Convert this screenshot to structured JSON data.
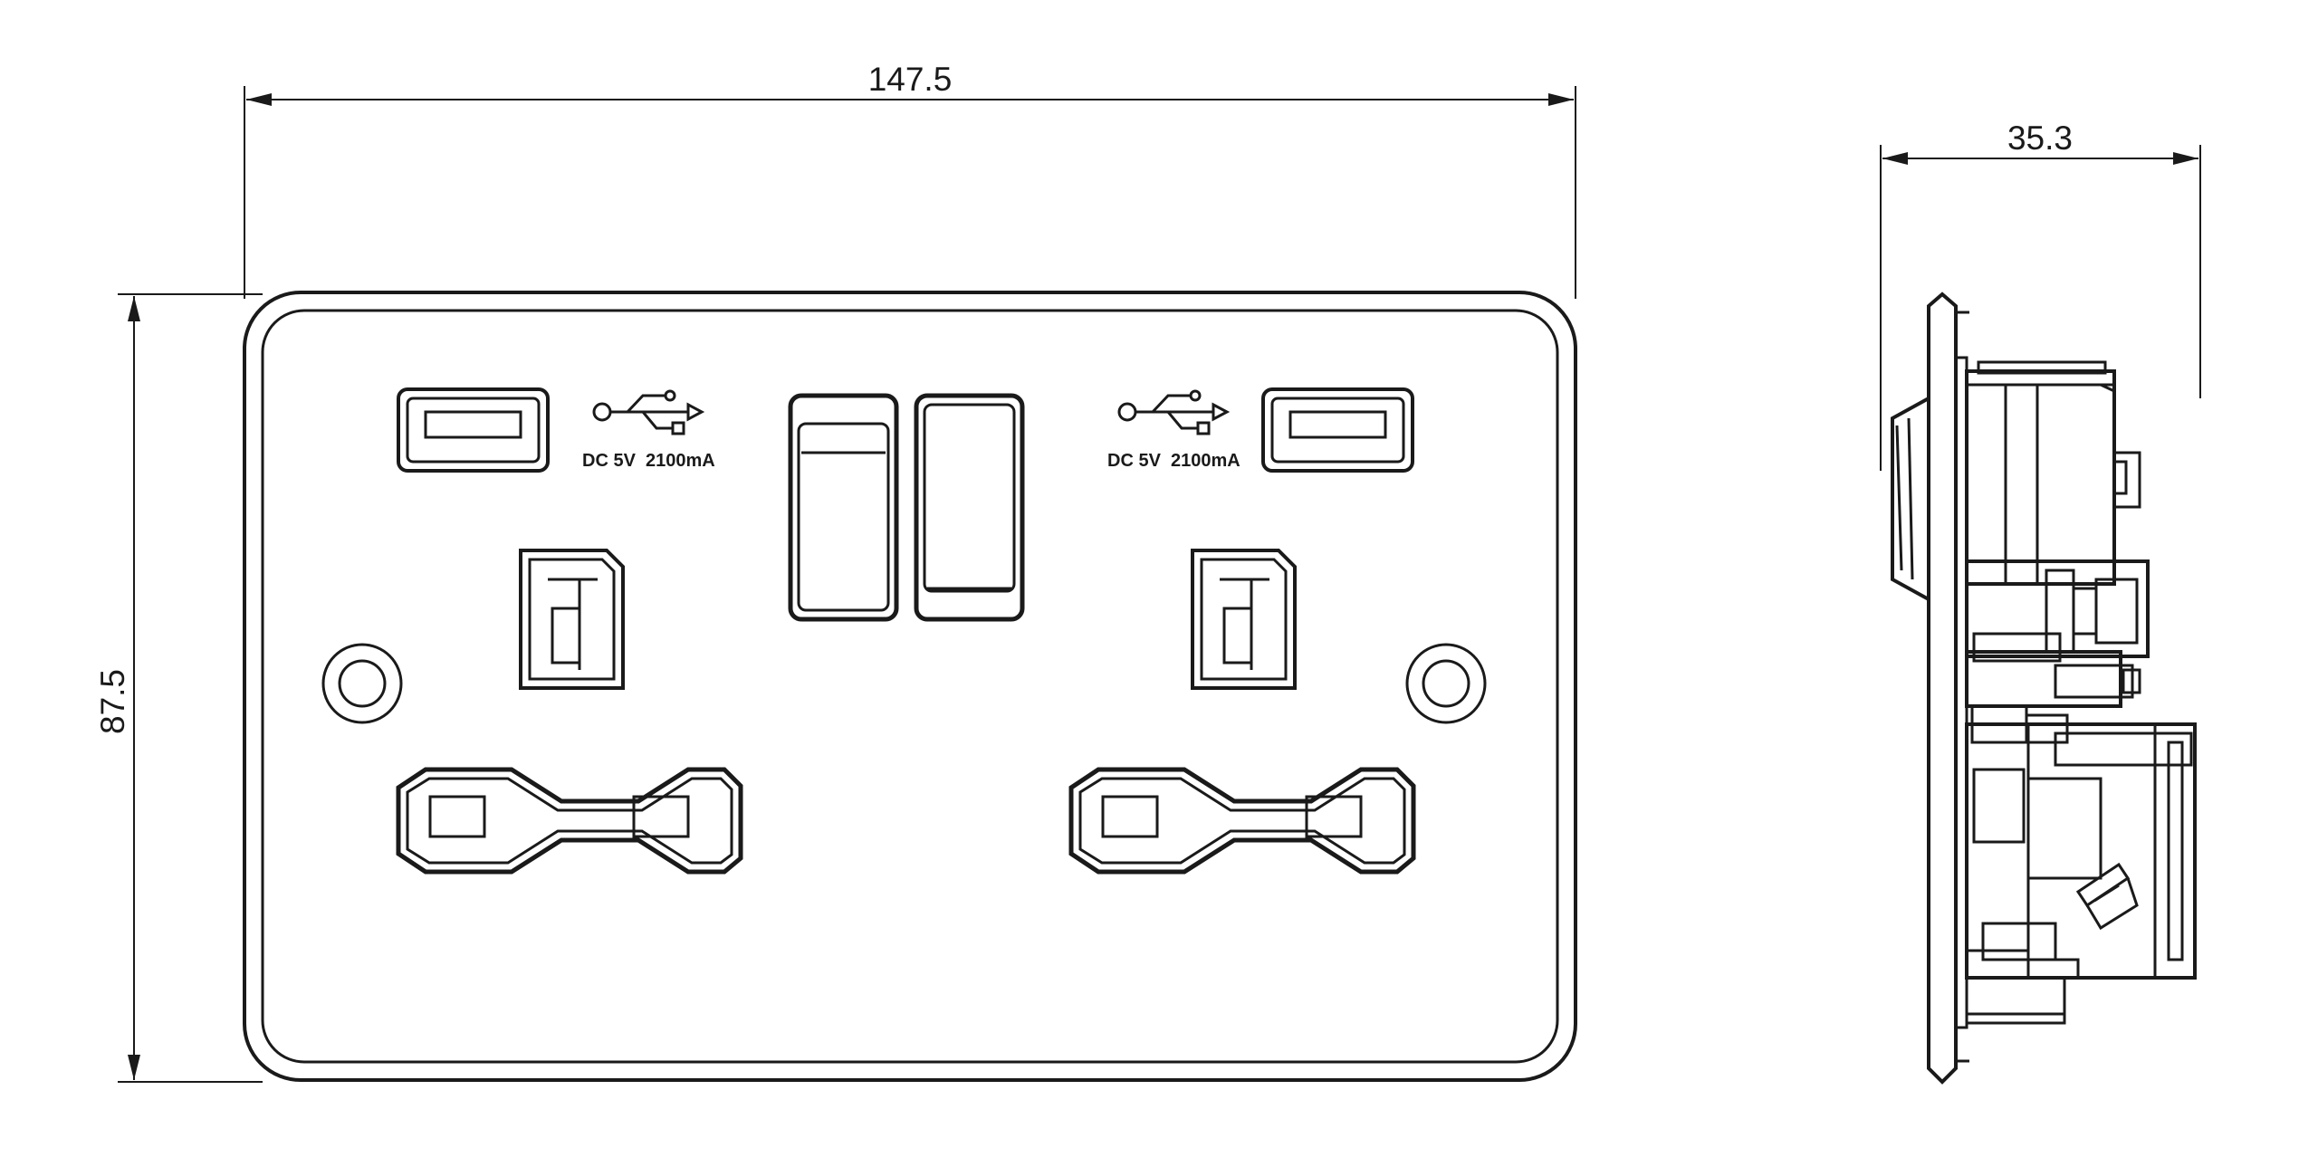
{
  "dimensions": {
    "front_width": "147.5",
    "front_height": "87.5",
    "side_depth": "35.3"
  },
  "usb_labels": {
    "left": "DC 5V  2100mA",
    "right": "DC 5V  2100mA"
  },
  "icons": {
    "usb_symbol": "usb-icon",
    "fixing_screw": "screw-icon"
  }
}
